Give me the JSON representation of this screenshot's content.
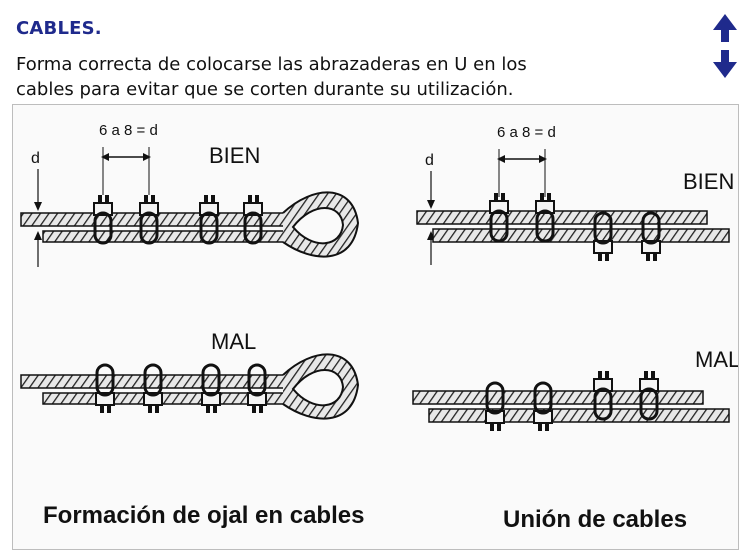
{
  "header": {
    "title": "CABLES.",
    "subtitle": "Forma correcta de colocarse las abrazaderas en U en los cables para evitar que se corten durante su utilización."
  },
  "nav": {
    "up_icon": "arrow-up-icon",
    "down_icon": "arrow-down-icon",
    "color": "#1f2a8c"
  },
  "diagram": {
    "left_panel": {
      "spacing_label": "6 a 8 = d",
      "dimension_label": "d",
      "good_label": "BIEN",
      "bad_label": "MAL",
      "caption": "Formación de ojal en cables"
    },
    "right_panel": {
      "spacing_label": "6 a 8 = d",
      "dimension_label": "d",
      "good_label": "BIEN",
      "bad_label": "MAL",
      "caption": "Unión de cables"
    }
  }
}
